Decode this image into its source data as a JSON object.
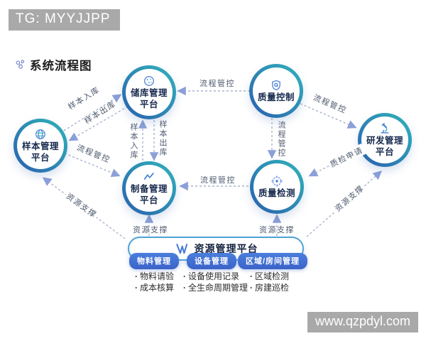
{
  "badge": {
    "text": "TG: MYYJJPP"
  },
  "title": {
    "text": "系统流程图"
  },
  "watermark": {
    "text": "www.qzpdyl.com"
  },
  "nodes": {
    "storage": {
      "label": "储库管理\n平台",
      "icon": "petri-dish-icon"
    },
    "quality_control": {
      "label": "质量控制",
      "icon": "shield-search-icon"
    },
    "sample": {
      "label": "样本管理\n平台",
      "icon": "globe-icon"
    },
    "rnd": {
      "label": "研发管理\n平台",
      "icon": "microscope-icon"
    },
    "prep": {
      "label": "制备管理\n平台",
      "icon": "trend-chart-icon"
    },
    "quality_inspection": {
      "label": "质量检测",
      "icon": "target-icon"
    }
  },
  "edge_labels": {
    "qc_to_storage": "流程管控",
    "sample_to_storage": "样本入库",
    "storage_to_sample": "样本出库",
    "prep_to_storage": "样本入库",
    "storage_to_prep": "样本出库",
    "sample_to_prep": "流程管控",
    "qc_to_inspection": "流程管控",
    "qc_to_rnd": "流程管控",
    "inspection_to_prep": "流程管控",
    "rnd_to_inspection": "质检申请",
    "resource_to_sample": "资源支撑",
    "resource_to_prep": "资源支撑",
    "resource_to_inspection": "资源支撑",
    "resource_to_rnd": "资源支撑"
  },
  "resource": {
    "title": "资源管理平台",
    "logo": "w-logo-icon",
    "groups": [
      {
        "label": "物料管理",
        "items": [
          "物料请验",
          "成本核算"
        ]
      },
      {
        "label": "设备管理",
        "items": [
          "设备使用记录",
          "全生命周期管理"
        ]
      },
      {
        "label": "区域/房间管理",
        "items": [
          "区域检测",
          "房建巡检"
        ]
      }
    ]
  },
  "colors": {
    "ring_gradient_start": "#2a5fae",
    "ring_gradient_end": "#31b4bb",
    "pill_blue": "#3b63c8",
    "arrow_line": "#a9b3ce",
    "arrow_head": "#8ca0d8",
    "badge_gray": "#a9a9a9",
    "node_text": "#17294e"
  }
}
